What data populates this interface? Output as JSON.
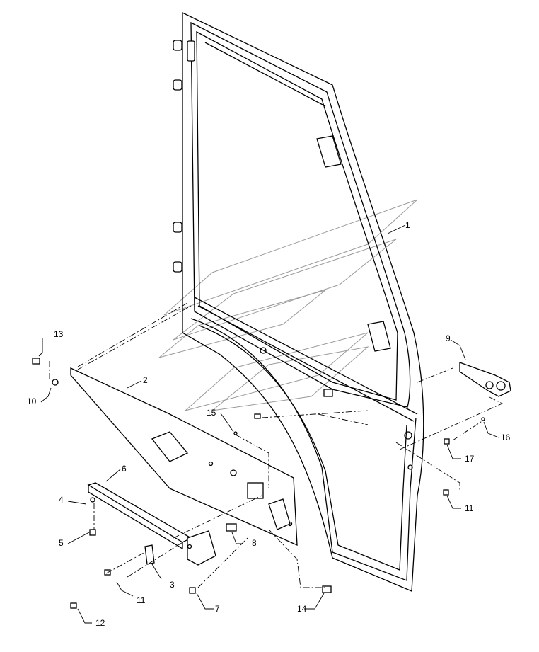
{
  "callouts": {
    "c1": "1",
    "c2": "2",
    "c3": "3",
    "c4": "4",
    "c5": "5",
    "c6": "6",
    "c7": "7",
    "c8": "8",
    "c9": "9",
    "c10": "10",
    "c11a": "11",
    "c11b": "11",
    "c12": "12",
    "c13": "13",
    "c14": "14",
    "c15": "15",
    "c16": "16",
    "c17": "17"
  },
  "colors": {
    "line": "#000000",
    "watermark": "#9a9a9a",
    "background": "#ffffff"
  }
}
